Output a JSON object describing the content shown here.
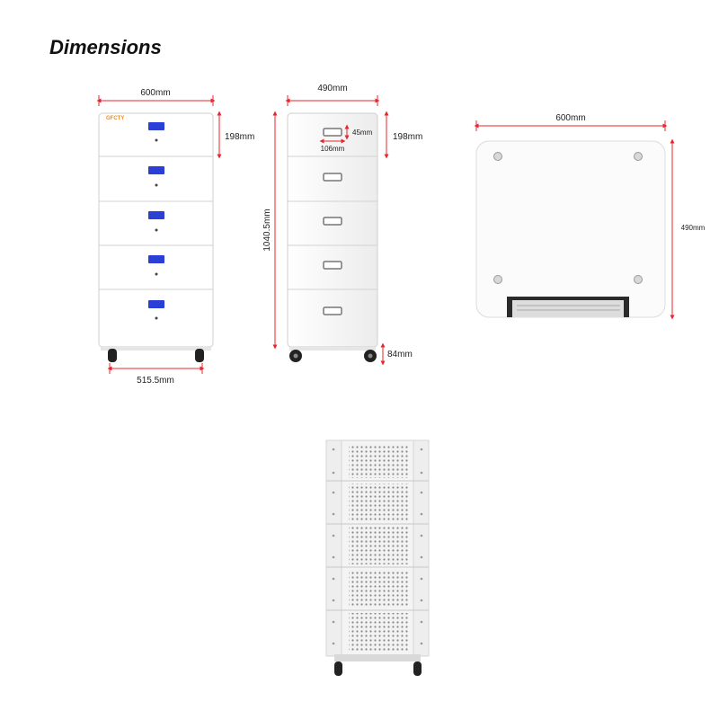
{
  "heading": "Dimensions",
  "brand": "GFCTY",
  "front_view": {
    "width_label": "600mm",
    "module_height_label": "198mm",
    "base_width_label": "515.5mm"
  },
  "side_view": {
    "depth_label": "490mm",
    "module_height_label": "198mm",
    "total_height_label": "1040.5mm",
    "handle_height_label": "45mm",
    "handle_width_label": "106mm",
    "wheel_height_label": "84mm"
  },
  "top_view": {
    "width_label": "600mm",
    "depth_label": "490mm"
  },
  "colors": {
    "dimension_line": "#e8262e",
    "cabinet_fill": "#ffffff",
    "cabinet_edge": "#c9c9c9",
    "lcd_blue": "#2a3fd6",
    "brand_orange": "#f08a1c"
  },
  "icons": [
    "lcd-display-icon",
    "power-button-icon",
    "handle-icon",
    "wheel-icon"
  ]
}
